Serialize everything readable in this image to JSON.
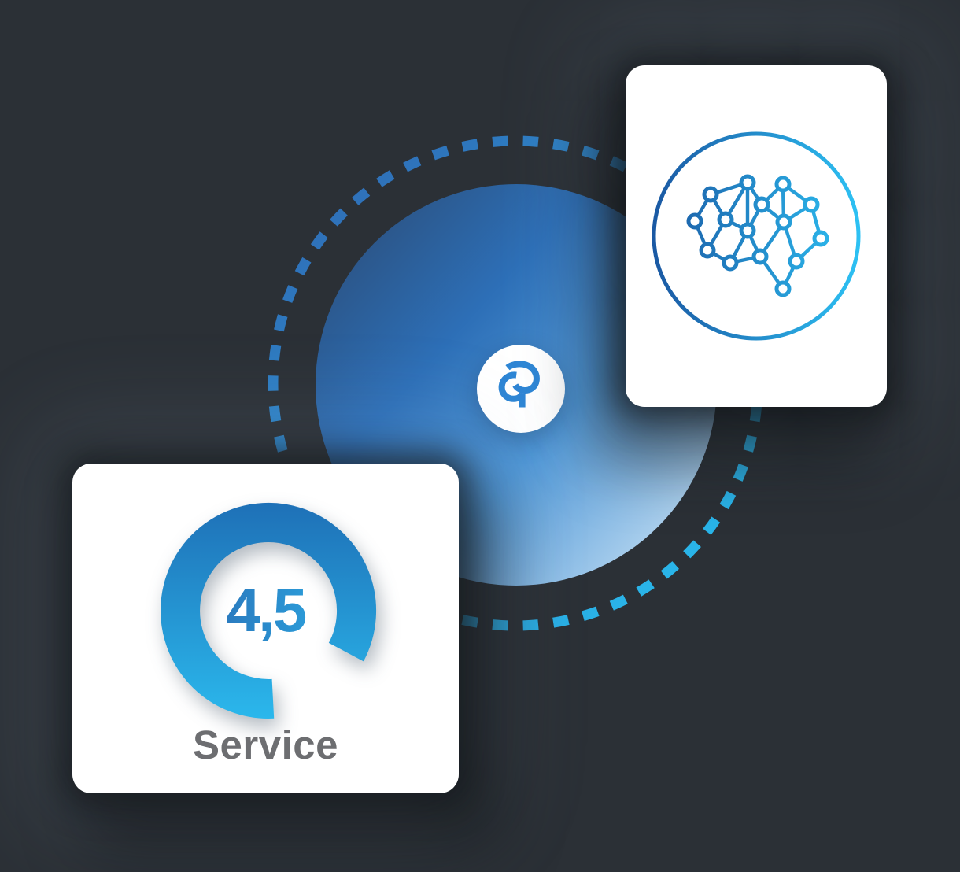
{
  "scene": {
    "background_color": "#2b3036",
    "description": "Marketing illustration: dashed orbit around a blue gradient circle with company logo, linking an AI brain card and a 4,5 service rating card"
  },
  "center_logo": {
    "icon": "company-logo-2-icon",
    "color": "#2e86d5",
    "disc_color": "#ffffff"
  },
  "orbit": {
    "style": "dashed",
    "dash_color_start": "#2f6fb8",
    "dash_color_end": "#29b9ec"
  },
  "blue_circle": {
    "gradient_start": "#2b4a73",
    "gradient_end": "#c9e2f6"
  },
  "brain_card": {
    "icon": "neural-network-brain-icon",
    "icon_ring": "circle-outline",
    "gradient_start": "#1a57a2",
    "gradient_end": "#2dc3f5"
  },
  "service_card": {
    "rating_value": "4,5",
    "rating_max": 5,
    "label": "Service",
    "label_color": "#6d6e71",
    "gauge": {
      "start_angle_deg": 87,
      "sweep_deg": 301,
      "radius": 112,
      "thickness": 50,
      "color_top": "#1e6fb6",
      "color_bottom": "#2bb9ed"
    }
  },
  "chart_data": {
    "type": "gauge",
    "value": 4.5,
    "max": 5,
    "label": "Service",
    "fill_fraction": 0.84
  }
}
